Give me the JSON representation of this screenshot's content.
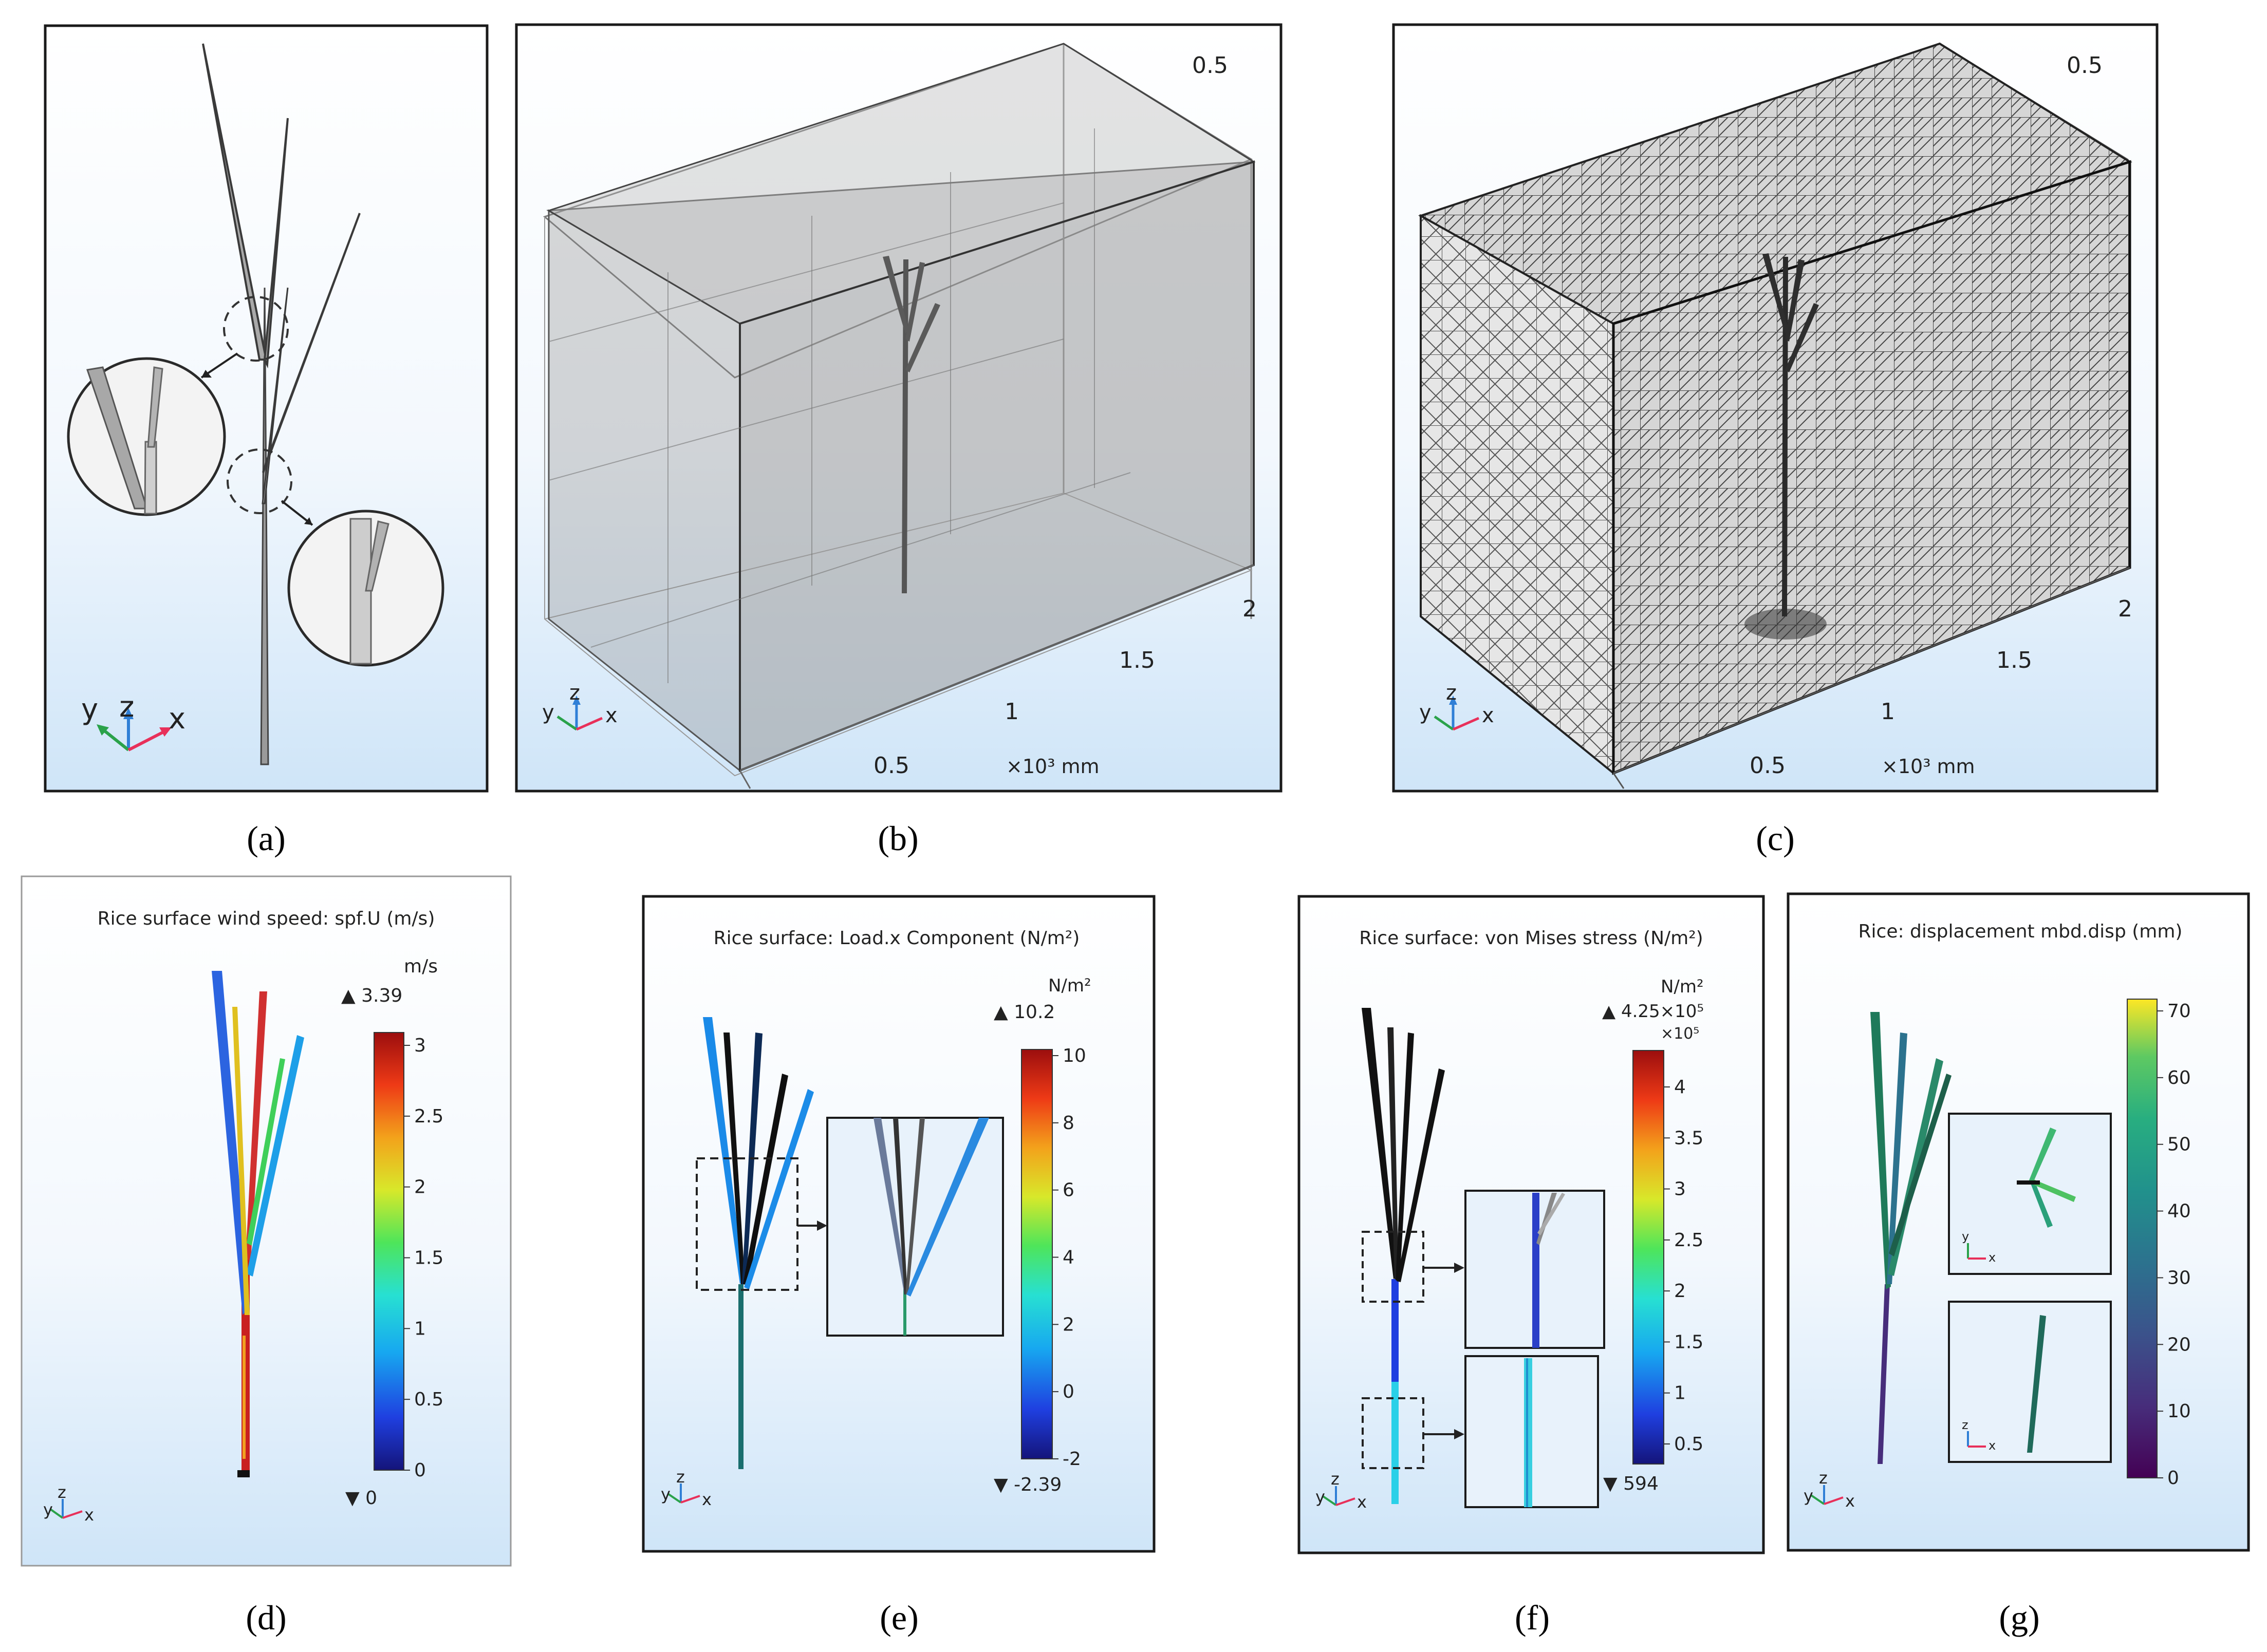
{
  "panels": {
    "a": {
      "caption": "(a)",
      "triad": [
        "y",
        "z",
        "x"
      ]
    },
    "b": {
      "caption": "(b)",
      "ticks": [
        "0.5",
        "2",
        "1.5",
        "1",
        "0.5"
      ],
      "unit": "×10³ mm",
      "triad": [
        "y",
        "z",
        "x"
      ]
    },
    "c": {
      "caption": "(c)",
      "ticks": [
        "0.5",
        "2",
        "1.5",
        "1",
        "0.5"
      ],
      "unit": "×10³ mm",
      "triad": [
        "y",
        "z",
        "x"
      ]
    },
    "d": {
      "caption": "(d)",
      "title": "Rice surface wind speed: spf.U (m/s)",
      "unit": "m/s",
      "max": "▲ 3.39",
      "min": "▼ 0",
      "ticks": [
        "3",
        "2.5",
        "2",
        "1.5",
        "1",
        "0.5",
        "0"
      ],
      "colormap": "rainbow",
      "triad": [
        "y",
        "z",
        "x"
      ]
    },
    "e": {
      "caption": "(e)",
      "title": "Rice surface: Load.x Component (N/m²)",
      "unit": "N/m²",
      "max": "▲ 10.2",
      "min": "▼ -2.39",
      "ticks": [
        "10",
        "8",
        "6",
        "4",
        "2",
        "0",
        "-2"
      ],
      "colormap": "rainbow",
      "triad": [
        "y",
        "z",
        "x"
      ]
    },
    "f": {
      "caption": "(f)",
      "title": "Rice surface: von Mises stress (N/m²)",
      "unit": "N/m²",
      "max": "▲ 4.25×10⁵",
      "scale": "×10⁵",
      "min": "▼ 594",
      "ticks": [
        "4",
        "3.5",
        "3",
        "2.5",
        "2",
        "1.5",
        "1",
        "0.5"
      ],
      "colormap": "rainbow",
      "triad": [
        "y",
        "z",
        "x"
      ]
    },
    "g": {
      "caption": "(g)",
      "title": "Rice: displacement mbd.disp (mm)",
      "ticks": [
        "70",
        "60",
        "50",
        "40",
        "30",
        "20",
        "10",
        "0"
      ],
      "colormap": "viridis",
      "triad": [
        "y",
        "z",
        "x"
      ],
      "inset_top_triad": [
        "y",
        "x"
      ],
      "inset_bottom_triad": [
        "z",
        "x"
      ]
    }
  },
  "colors": {
    "panel_top": "#ffffff",
    "panel_bottom": "#cfe5f8",
    "frame": "#1a1a1a",
    "axis_x": "#e8305a",
    "axis_y": "#2aa24a",
    "axis_z": "#2f7fd6"
  }
}
